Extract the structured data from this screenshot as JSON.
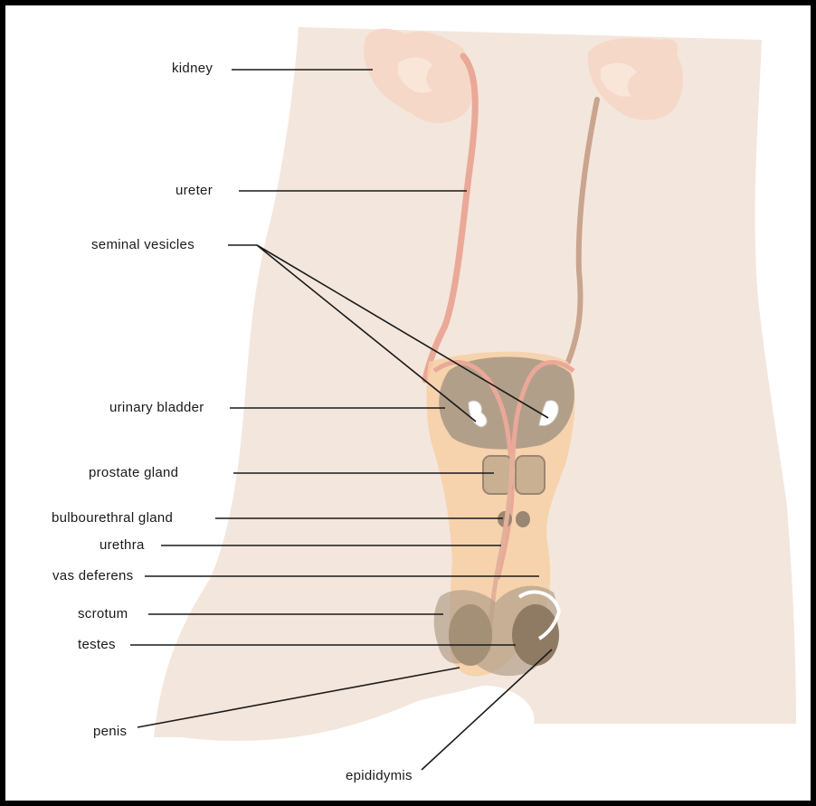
{
  "diagram": {
    "labels": {
      "kidney": "kidney",
      "ureter": "ureter",
      "seminal_vesicles": "seminal vesicles",
      "urinary_bladder": "urinary bladder",
      "prostate_gland": "prostate gland",
      "bulbourethral_gland": "bulbourethral gland",
      "urethra": "urethra",
      "vas_deferens": "vas deferens",
      "scrotum": "scrotum",
      "testes": "testes",
      "penis": "penis",
      "epididymis": "epididymis"
    },
    "colors": {
      "body": "#f3e6dc",
      "kidney": "#f6d8c8",
      "ureter": "#eaa898",
      "bladder": "#b29f8a",
      "organ_overlay": "#f6cfa4",
      "gland": "#c9b092",
      "testis": "#8f7a63",
      "leader_line": "#1a1a1a"
    }
  }
}
